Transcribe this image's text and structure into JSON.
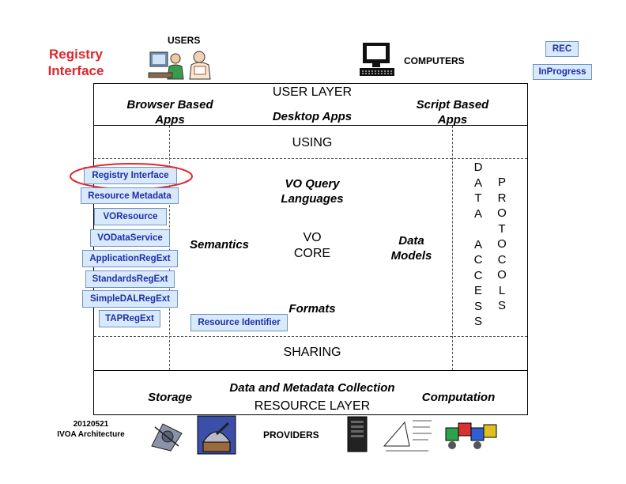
{
  "header": {
    "title_line1": "Registry",
    "title_line2": "Interface",
    "users": "USERS",
    "computers": "COMPUTERS",
    "legend_rec": "REC",
    "legend_inprogress": "InProgress"
  },
  "user_layer": {
    "title": "USER LAYER",
    "browser_line1": "Browser Based",
    "browser_line2": "Apps",
    "desktop": "Desktop Apps",
    "script_line1": "Script Based",
    "script_line2": "Apps"
  },
  "middle": {
    "using": "USING",
    "vo_query_line1": "VO Query",
    "vo_query_line2": "Languages",
    "semantics": "Semantics",
    "vo_core_line1": "VO",
    "vo_core_line2": "CORE",
    "data_models_line1": "Data",
    "data_models_line2": "Models",
    "formats": "Formats",
    "sharing": "SHARING",
    "data_access_col1": [
      "D",
      "A",
      "T",
      "A",
      "",
      "A",
      "C",
      "C",
      "E",
      "S",
      "S"
    ],
    "data_access_col2": [
      "P",
      "R",
      "O",
      "T",
      "O",
      "C",
      "O",
      "L",
      "S"
    ]
  },
  "registry_boxes": {
    "registry_interface": "Registry Interface",
    "resource_metadata": "Resource Metadata",
    "voresource": "VOResource",
    "vodataservice": "VODataService",
    "applicationregext": "ApplicationRegExt",
    "standardsregext": "StandardsRegExt",
    "simpledalregext": "SimpleDALRegExt",
    "tapregext": "TAPRegExt",
    "resource_identifier": "Resource Identifier"
  },
  "resource_layer": {
    "title": "RESOURCE LAYER",
    "storage": "Storage",
    "collection": "Data and Metadata Collection",
    "computation": "Computation"
  },
  "footer": {
    "date": "20120521",
    "org": "IVOA Architecture",
    "providers": "PROVIDERS"
  },
  "colors": {
    "title_red": "#e0262d",
    "box_fill": "#d7e9fb",
    "box_text": "#1e2fa8",
    "highlight": "#e0262d"
  }
}
